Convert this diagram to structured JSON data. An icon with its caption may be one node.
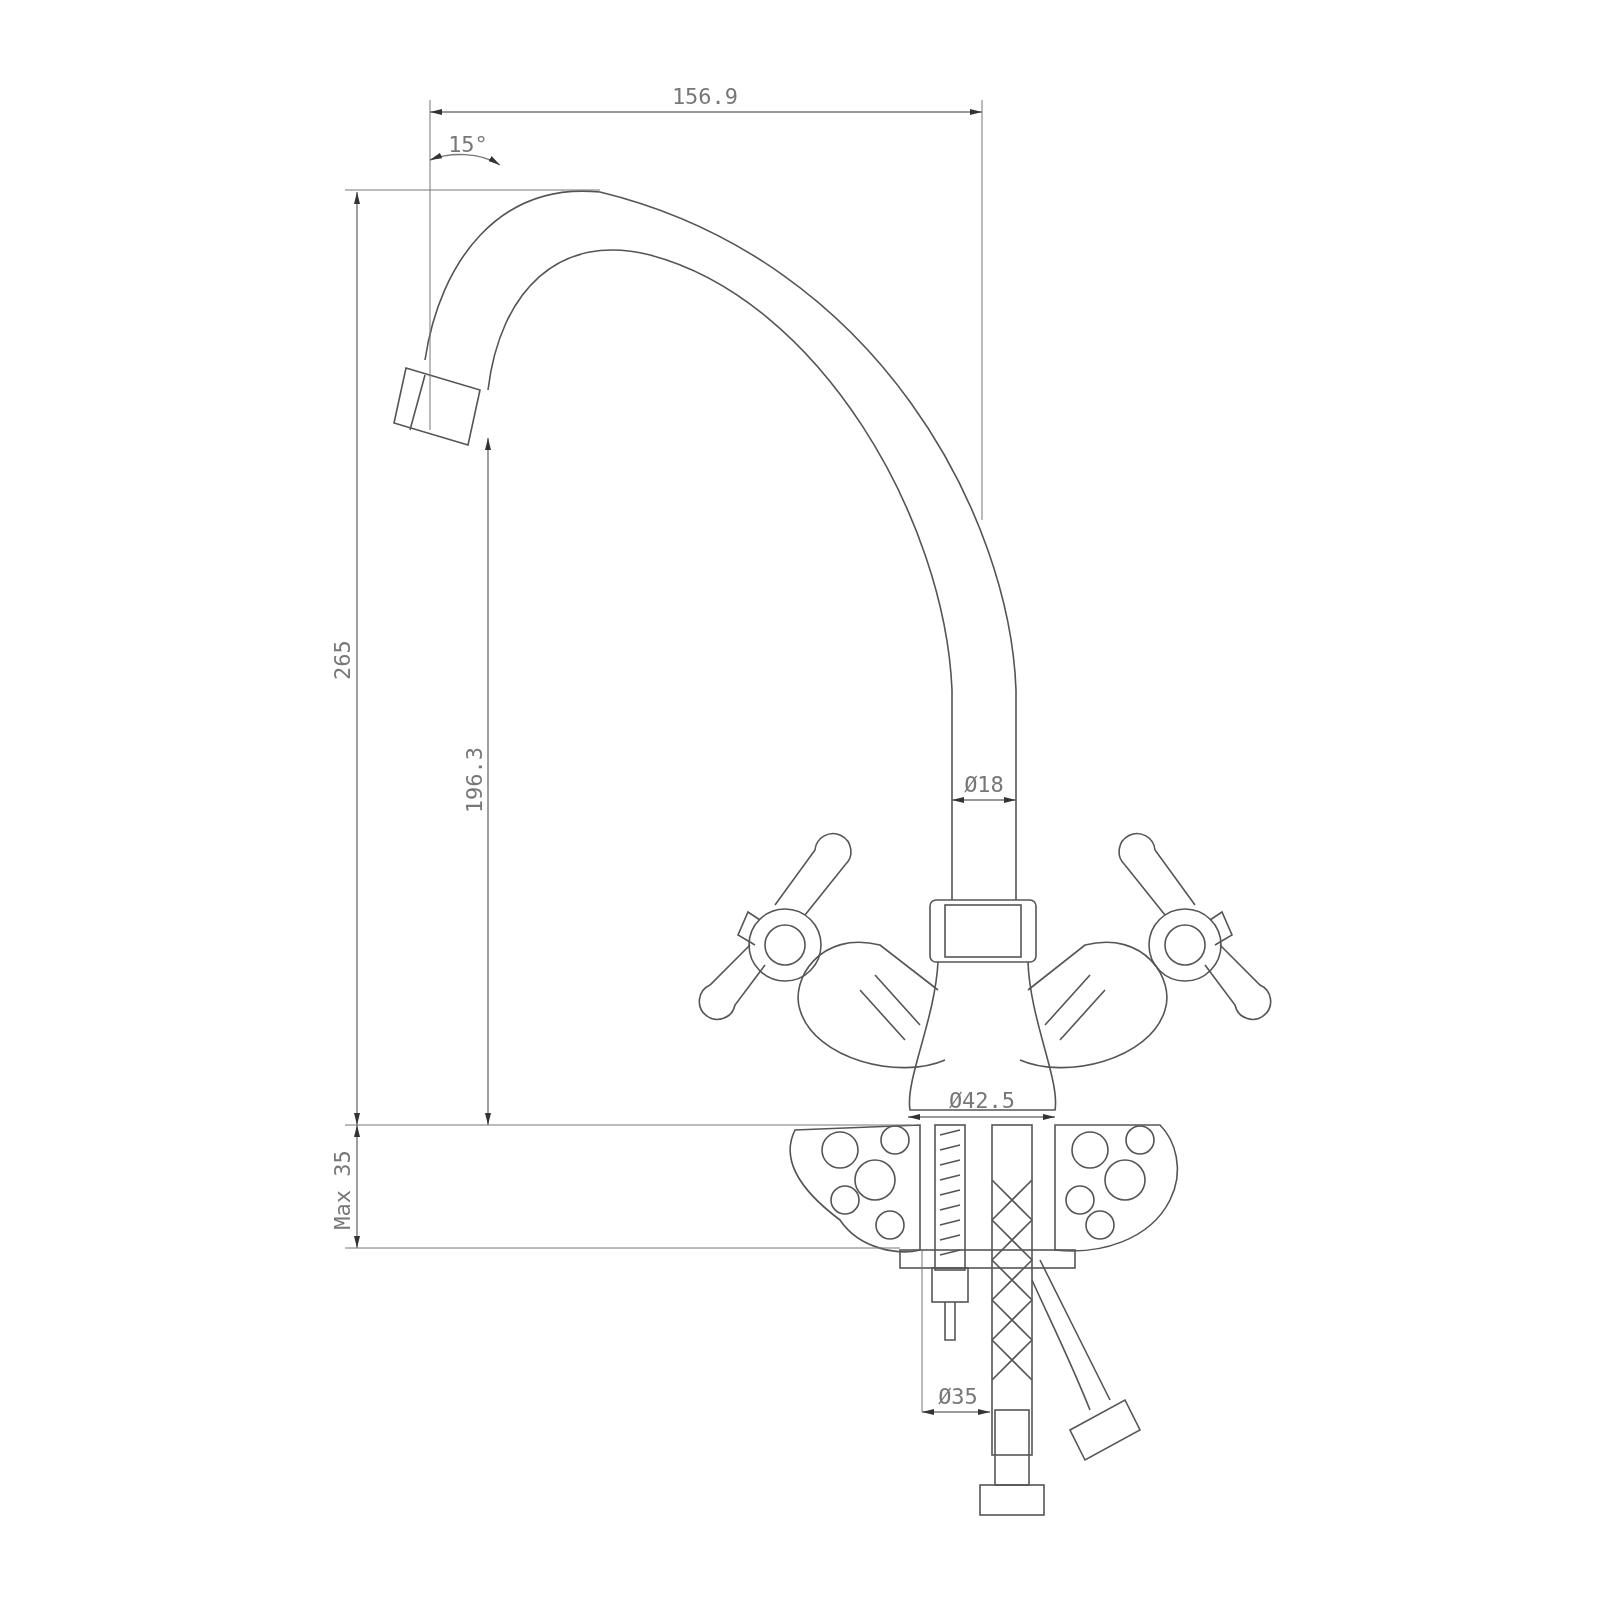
{
  "diagram": {
    "labels": [
      "156.9",
      "15°",
      "265",
      "196.3",
      "Ø18",
      "Ø42.5",
      "Max 35",
      "Ø35"
    ]
  }
}
